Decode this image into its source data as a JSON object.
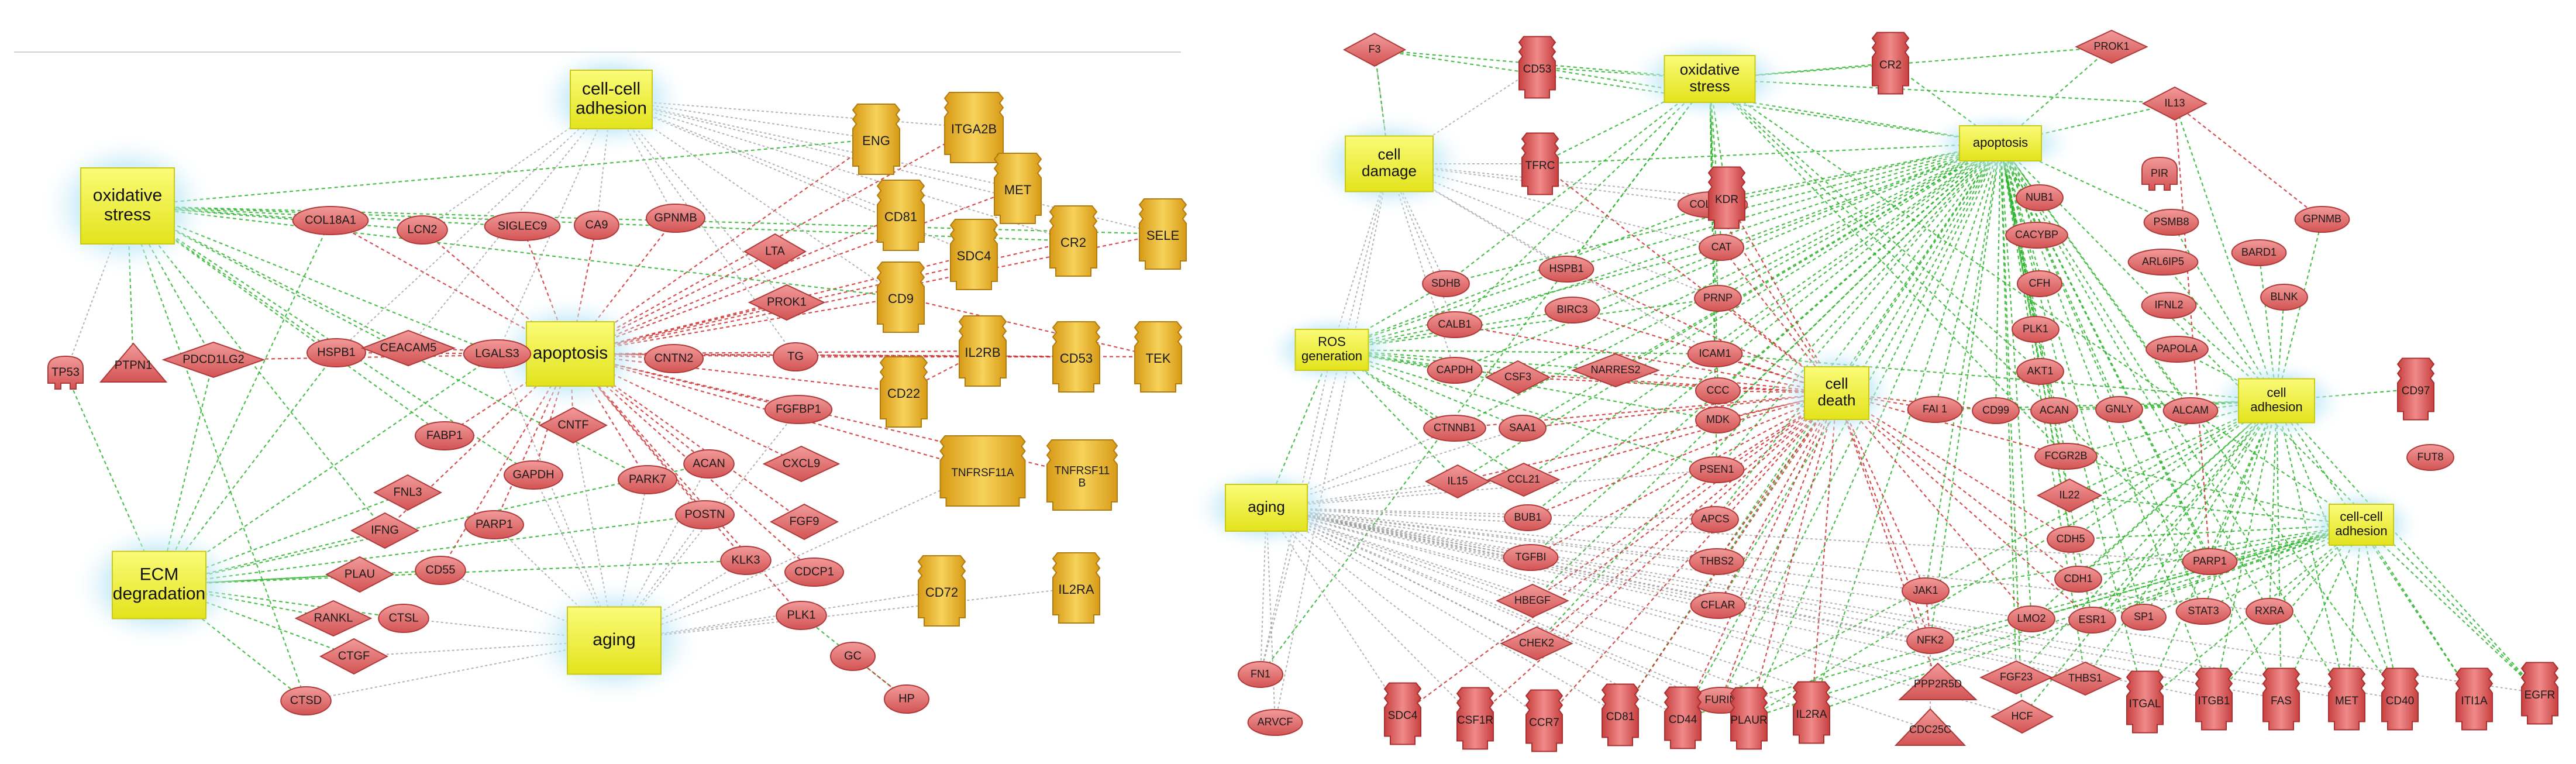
{
  "panels": [
    {
      "processes": [
        {
          "id": "L_cca",
          "label": "cell-cell\nadhesion"
        },
        {
          "id": "L_ox",
          "label": "oxidative\nstress"
        },
        {
          "id": "L_apo",
          "label": "apoptosis"
        },
        {
          "id": "L_ecm",
          "label": "ECM\ndegradation"
        },
        {
          "id": "L_aging",
          "label": "aging"
        }
      ],
      "molecules": [
        {
          "id": "L_COL18A1",
          "label": "COL18A1",
          "shape": "ellipse"
        },
        {
          "id": "L_LCN2",
          "label": "LCN2",
          "shape": "ellipse"
        },
        {
          "id": "L_SIGLEC9",
          "label": "SIGLEC9",
          "shape": "ellipse"
        },
        {
          "id": "L_CA9",
          "label": "CA9",
          "shape": "ellipse"
        },
        {
          "id": "L_GPNMB",
          "label": "GPNMB",
          "shape": "ellipse"
        },
        {
          "id": "L_LTA",
          "label": "LTA",
          "shape": "diamond"
        },
        {
          "id": "L_PROK1",
          "label": "PROK1",
          "shape": "diamond"
        },
        {
          "id": "L_TP53",
          "label": "TP53",
          "shape": "pin"
        },
        {
          "id": "L_PTPN1",
          "label": "PTPN1",
          "shape": "triangle"
        },
        {
          "id": "L_PDCD1LG2",
          "label": "PDCD1LG2",
          "shape": "diamond"
        },
        {
          "id": "L_HSPB1",
          "label": "HSPB1",
          "shape": "ellipse"
        },
        {
          "id": "L_CEACAM5",
          "label": "CEACAM5",
          "shape": "diamond"
        },
        {
          "id": "L_LGALS3",
          "label": "LGALS3",
          "shape": "ellipse"
        },
        {
          "id": "L_CNTN2",
          "label": "CNTN2",
          "shape": "ellipse"
        },
        {
          "id": "L_TG",
          "label": "TG",
          "shape": "ellipse"
        },
        {
          "id": "L_FGFBP1",
          "label": "FGFBP1",
          "shape": "ellipse"
        },
        {
          "id": "L_CNTF",
          "label": "CNTF",
          "shape": "diamond"
        },
        {
          "id": "L_FABP1",
          "label": "FABP1",
          "shape": "ellipse"
        },
        {
          "id": "L_FNL3",
          "label": "FNL3",
          "shape": "diamond"
        },
        {
          "id": "L_GAPDH",
          "label": "GAPDH",
          "shape": "ellipse"
        },
        {
          "id": "L_PARK7",
          "label": "PARK7",
          "shape": "ellipse"
        },
        {
          "id": "L_ACAN",
          "label": "ACAN",
          "shape": "ellipse"
        },
        {
          "id": "L_CXCL9",
          "label": "CXCL9",
          "shape": "diamond"
        },
        {
          "id": "L_IFNG",
          "label": "IFNG",
          "shape": "diamond"
        },
        {
          "id": "L_PARP1",
          "label": "PARP1",
          "shape": "ellipse"
        },
        {
          "id": "L_POSTN",
          "label": "POSTN",
          "shape": "ellipse"
        },
        {
          "id": "L_FGF9",
          "label": "FGF9",
          "shape": "diamond"
        },
        {
          "id": "L_PLAU",
          "label": "PLAU",
          "shape": "diamond"
        },
        {
          "id": "L_CD55",
          "label": "CD55",
          "shape": "ellipse"
        },
        {
          "id": "L_KLK3",
          "label": "KLK3",
          "shape": "ellipse"
        },
        {
          "id": "L_CDCP1",
          "label": "CDCP1",
          "shape": "ellipse"
        },
        {
          "id": "L_RANKL",
          "label": "RANKL",
          "shape": "diamond"
        },
        {
          "id": "L_CTSL",
          "label": "CTSL",
          "shape": "ellipse"
        },
        {
          "id": "L_PLK1",
          "label": "PLK1",
          "shape": "ellipse"
        },
        {
          "id": "L_CTGF",
          "label": "CTGF",
          "shape": "diamond"
        },
        {
          "id": "L_GC",
          "label": "GC",
          "shape": "ellipse"
        },
        {
          "id": "L_CTSD",
          "label": "CTSD",
          "shape": "ellipse"
        },
        {
          "id": "L_HP",
          "label": "HP",
          "shape": "ellipse"
        }
      ],
      "receptors": [
        {
          "id": "L_ENG",
          "label": "ENG"
        },
        {
          "id": "L_ITGA2B",
          "label": "ITGA2B"
        },
        {
          "id": "L_MET",
          "label": "MET"
        },
        {
          "id": "L_CD81",
          "label": "CD81"
        },
        {
          "id": "L_SDC4",
          "label": "SDC4"
        },
        {
          "id": "L_CR2",
          "label": "CR2"
        },
        {
          "id": "L_SELE",
          "label": "SELE"
        },
        {
          "id": "L_CD9",
          "label": "CD9"
        },
        {
          "id": "L_IL2RB",
          "label": "IL2RB"
        },
        {
          "id": "L_CD53",
          "label": "CD53"
        },
        {
          "id": "L_TEK",
          "label": "TEK"
        },
        {
          "id": "L_CD22",
          "label": "CD22"
        },
        {
          "id": "L_TNFRSF11A",
          "label": "TNFRSF11A"
        },
        {
          "id": "L_TNFRSF11B",
          "label": "TNFRSF11\nB"
        },
        {
          "id": "L_CD72",
          "label": "CD72"
        },
        {
          "id": "L_IL2RA",
          "label": "IL2RA"
        }
      ]
    },
    {
      "processes": [
        {
          "id": "R_ox",
          "label": "oxidative\nstress"
        },
        {
          "id": "R_cdam",
          "label": "cell\ndamage"
        },
        {
          "id": "R_apo",
          "label": "apoptosis"
        },
        {
          "id": "R_ros",
          "label": "ROS\ngeneration"
        },
        {
          "id": "R_cdeath",
          "label": "cell\ndeath"
        },
        {
          "id": "R_cadh",
          "label": "cell\nadhesion"
        },
        {
          "id": "R_aging",
          "label": "aging"
        },
        {
          "id": "R_ccadh",
          "label": "cell-cell\nadhesion"
        }
      ],
      "molecules": [
        {
          "id": "R_F3",
          "label": "F3",
          "shape": "diamond"
        },
        {
          "id": "R_PROK1",
          "label": "PROK1",
          "shape": "diamond"
        },
        {
          "id": "R_IL13",
          "label": "IL13",
          "shape": "diamond"
        },
        {
          "id": "R_PIR",
          "label": "PIR",
          "shape": "pin"
        },
        {
          "id": "R_COL18A1",
          "label": "COL18A1",
          "shape": "ellipse"
        },
        {
          "id": "R_NUB1",
          "label": "NUB1",
          "shape": "ellipse"
        },
        {
          "id": "R_PSMB8",
          "label": "PSMB8",
          "shape": "ellipse"
        },
        {
          "id": "R_GPNMB",
          "label": "GPNMB",
          "shape": "ellipse"
        },
        {
          "id": "R_CAT",
          "label": "CAT",
          "shape": "ellipse"
        },
        {
          "id": "R_CACYBP",
          "label": "CACYBP",
          "shape": "ellipse"
        },
        {
          "id": "R_ARL6IP5",
          "label": "ARL6IP5",
          "shape": "ellipse"
        },
        {
          "id": "R_BARD1",
          "label": "BARD1",
          "shape": "ellipse"
        },
        {
          "id": "R_HSPB1",
          "label": "HSPB1",
          "shape": "ellipse"
        },
        {
          "id": "R_PRNP",
          "label": "PRNP",
          "shape": "ellipse"
        },
        {
          "id": "R_CFH",
          "label": "CFH",
          "shape": "ellipse"
        },
        {
          "id": "R_SDHB",
          "label": "SDHB",
          "shape": "ellipse"
        },
        {
          "id": "R_BIRC3",
          "label": "BIRC3",
          "shape": "ellipse"
        },
        {
          "id": "R_IFNL2",
          "label": "IFNL2",
          "shape": "ellipse"
        },
        {
          "id": "R_BLNK",
          "label": "BLNK",
          "shape": "ellipse"
        },
        {
          "id": "R_CALB1",
          "label": "CALB1",
          "shape": "ellipse"
        },
        {
          "id": "R_PLK1",
          "label": "PLK1",
          "shape": "ellipse"
        },
        {
          "id": "R_PAPOLA",
          "label": "PAPOLA",
          "shape": "ellipse"
        },
        {
          "id": "R_ICAM1",
          "label": "ICAM1",
          "shape": "ellipse"
        },
        {
          "id": "R_CAPDH",
          "label": "CAPDH",
          "shape": "ellipse"
        },
        {
          "id": "R_CSF3",
          "label": "CSF3",
          "shape": "diamond"
        },
        {
          "id": "R_NARRES2",
          "label": "NARRES2",
          "shape": "diamond"
        },
        {
          "id": "R_AKT1",
          "label": "AKT1",
          "shape": "ellipse"
        },
        {
          "id": "R_CCC",
          "label": "CCC",
          "shape": "ellipse"
        },
        {
          "id": "R_CTNNB1",
          "label": "CTNNB1",
          "shape": "ellipse"
        },
        {
          "id": "R_SAA1",
          "label": "SAA1",
          "shape": "ellipse"
        },
        {
          "id": "R_MDK",
          "label": "MDK",
          "shape": "ellipse"
        },
        {
          "id": "R_FAI1",
          "label": "FAI 1",
          "shape": "ellipse"
        },
        {
          "id": "R_CD99",
          "label": "CD99",
          "shape": "ellipse"
        },
        {
          "id": "R_ACAN",
          "label": "ACAN",
          "shape": "ellipse"
        },
        {
          "id": "R_GNLY",
          "label": "GNLY",
          "shape": "ellipse"
        },
        {
          "id": "R_ALCAM",
          "label": "ALCAM",
          "shape": "ellipse"
        },
        {
          "id": "R_IL15",
          "label": "IL15",
          "shape": "diamond"
        },
        {
          "id": "R_CCL21",
          "label": "CCL21",
          "shape": "diamond"
        },
        {
          "id": "R_FCGR2B",
          "label": "FCGR2B",
          "shape": "ellipse"
        },
        {
          "id": "R_PSEN1",
          "label": "PSEN1",
          "shape": "ellipse"
        },
        {
          "id": "R_FUT8",
          "label": "FUT8",
          "shape": "ellipse"
        },
        {
          "id": "R_BUB1",
          "label": "BUB1",
          "shape": "ellipse"
        },
        {
          "id": "R_IL22",
          "label": "IL22",
          "shape": "diamond"
        },
        {
          "id": "R_APCS",
          "label": "APCS",
          "shape": "ellipse"
        },
        {
          "id": "R_TGFBI",
          "label": "TGFBI",
          "shape": "ellipse"
        },
        {
          "id": "R_CDH5",
          "label": "CDH5",
          "shape": "ellipse"
        },
        {
          "id": "R_PARP1",
          "label": "PARP1",
          "shape": "ellipse"
        },
        {
          "id": "R_THBS2",
          "label": "THBS2",
          "shape": "ellipse"
        },
        {
          "id": "R_CDH1",
          "label": "CDH1",
          "shape": "ellipse"
        },
        {
          "id": "R_HBEGF",
          "label": "HBEGF",
          "shape": "diamond"
        },
        {
          "id": "R_JAK1",
          "label": "JAK1",
          "shape": "ellipse"
        },
        {
          "id": "R_CFLAR",
          "label": "CFLAR",
          "shape": "ellipse"
        },
        {
          "id": "R_LMO2",
          "label": "LMO2",
          "shape": "ellipse"
        },
        {
          "id": "R_ESR1",
          "label": "ESR1",
          "shape": "ellipse"
        },
        {
          "id": "R_SP1",
          "label": "SP1",
          "shape": "ellipse"
        },
        {
          "id": "R_STAT3",
          "label": "STAT3",
          "shape": "ellipse"
        },
        {
          "id": "R_RXRA",
          "label": "RXRA",
          "shape": "ellipse"
        },
        {
          "id": "R_CHEK2",
          "label": "CHEK2",
          "shape": "diamond"
        },
        {
          "id": "R_NFK2",
          "label": "NFK2",
          "shape": "ellipse"
        },
        {
          "id": "R_FURIN",
          "label": "FURIN",
          "shape": "ellipse"
        },
        {
          "id": "R_FN1",
          "label": "FN1",
          "shape": "ellipse"
        },
        {
          "id": "R_PPP2R5D",
          "label": "PPP2R5D",
          "shape": "triangle"
        },
        {
          "id": "R_FGF23",
          "label": "FGF23",
          "shape": "diamond"
        },
        {
          "id": "R_THBS1",
          "label": "THBS1",
          "shape": "diamond"
        },
        {
          "id": "R_ARVCF",
          "label": "ARVCF",
          "shape": "ellipse"
        },
        {
          "id": "R_CDC25C",
          "label": "CDC25C",
          "shape": "triangle"
        },
        {
          "id": "R_HCF",
          "label": "HCF",
          "shape": "diamond"
        }
      ],
      "receptors": [
        {
          "id": "R_CD53",
          "label": "CD53"
        },
        {
          "id": "R_CR2",
          "label": "CR2"
        },
        {
          "id": "R_TFRC",
          "label": "TFRC"
        },
        {
          "id": "R_KDR",
          "label": "KDR"
        },
        {
          "id": "R_CD97",
          "label": "CD97"
        },
        {
          "id": "R_SDC4",
          "label": "SDC4"
        },
        {
          "id": "R_CSF1R",
          "label": "CSF1R"
        },
        {
          "id": "R_CCR7",
          "label": "CCR7"
        },
        {
          "id": "R_CD81",
          "label": "CD81"
        },
        {
          "id": "R_CD44",
          "label": "CD44"
        },
        {
          "id": "R_PLAUR",
          "label": "PLAUR"
        },
        {
          "id": "R_IL2RA",
          "label": "IL2RA"
        },
        {
          "id": "R_ITGAL",
          "label": "ITGAL"
        },
        {
          "id": "R_ITGB1",
          "label": "ITGB1"
        },
        {
          "id": "R_FAS",
          "label": "FAS"
        },
        {
          "id": "R_MET",
          "label": "MET"
        },
        {
          "id": "R_CD40",
          "label": "CD40"
        },
        {
          "id": "R_ITITA",
          "label": "ITI1A"
        },
        {
          "id": "R_EGFR",
          "label": "EGFR"
        }
      ]
    }
  ],
  "colors": {
    "process_fill": "#f2f22a",
    "process_glow": "#8fd6f2",
    "molecule_fill": "#e06a6a",
    "molecule_stroke": "#b03a3a",
    "receptor_fill": "#e3b02c",
    "receptor_fill_right": "#d95555",
    "edge_green": "#2db52d",
    "edge_red": "#d03030",
    "edge_gray": "#9a9a9a"
  }
}
